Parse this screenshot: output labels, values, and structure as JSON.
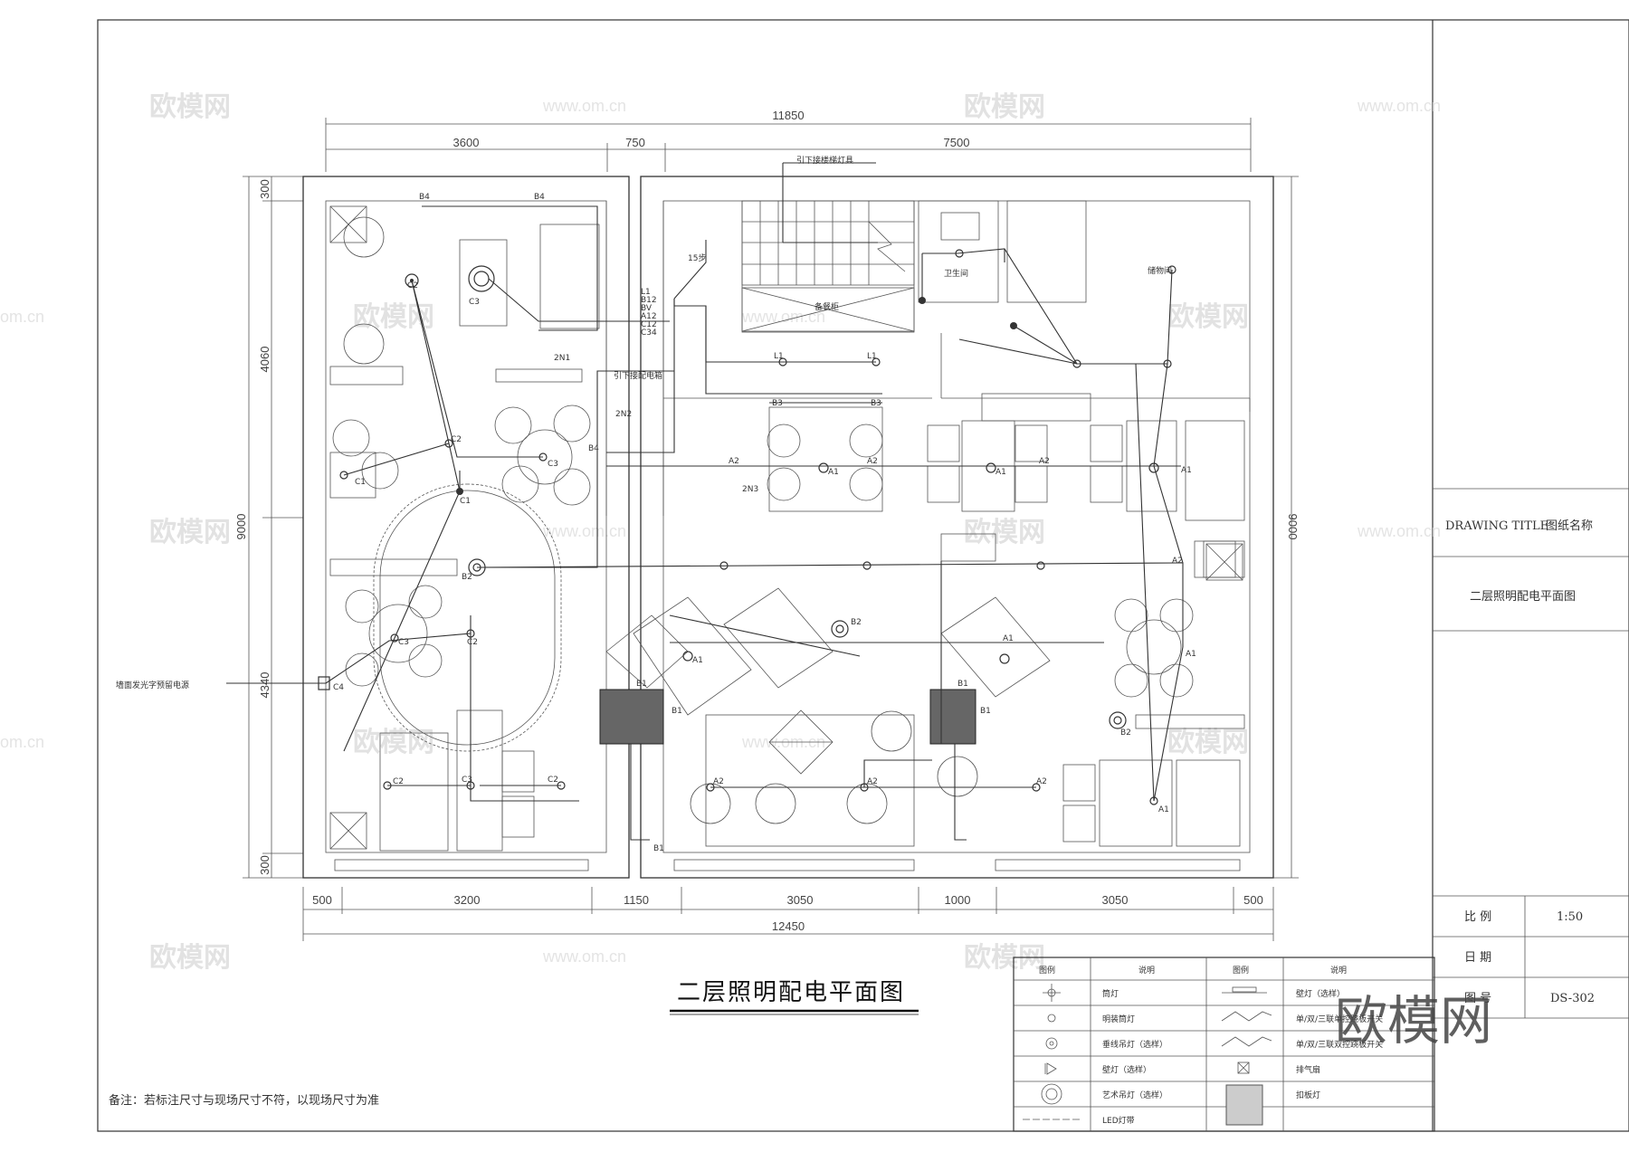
{
  "drawing_title_label_en": "DRAWING TITLE",
  "drawing_title_label_cn": "图纸名称",
  "drawing_name": "二层照明配电平面图",
  "plan_title": "二层照明配电平面图",
  "titleblock": {
    "scale_label": "比 例",
    "scale_value": "1:50",
    "date_label": "日 期",
    "drawing_no_label": "图 号",
    "drawing_no_value": "DS-302"
  },
  "note": "备注：若标注尺寸与现场尺寸不符，以现场尺寸为准",
  "dims_top": {
    "total": "11850",
    "d1": "3600",
    "d2": "750",
    "d3": "7500"
  },
  "dims_bottom": {
    "total": "12450",
    "d1": "500",
    "d2": "3200",
    "d3": "1150",
    "d4": "3050",
    "d5": "1000",
    "d6": "3050",
    "d7": "500"
  },
  "dims_left": {
    "d1": "300",
    "d2": "4060",
    "total": "9000",
    "d3": "4340",
    "d4": "300"
  },
  "dims_right": {
    "total": "9000"
  },
  "room_labels": {
    "toilet": "卫生间",
    "storage": "储物间",
    "sideboard": "备餐柜",
    "stair_light": "引下接楼梯灯具",
    "panel": "引下接配电箱",
    "wall_sign_power": "墙面发光字预留电源",
    "stair_step": "15步"
  },
  "circuit_labels": [
    "L1",
    "B12",
    "BV",
    "A12",
    "C12",
    "C34"
  ],
  "circuits": {
    "n1": "2N1",
    "n2": "2N2",
    "n3": "2N3"
  },
  "fixture_tags": {
    "a1": "A1",
    "a2": "A2",
    "b1": "B1",
    "b2": "B2",
    "b3": "B3",
    "b4": "B4",
    "c1": "C1",
    "c2": "C2",
    "c3": "C3",
    "c4": "C4",
    "l1": "L1"
  },
  "legend": {
    "header": [
      "图例",
      "说明",
      "图例",
      "说明"
    ],
    "rows": [
      {
        "left": "筒灯",
        "right": "壁灯（选样）"
      },
      {
        "left": "明装筒灯",
        "right": "单/双/三联单控跷板开关"
      },
      {
        "left": "垂线吊灯（选样）",
        "right": "单/双/三联双控跷板开关"
      },
      {
        "left": "壁灯（选样）",
        "right": "排气扇"
      },
      {
        "left": "艺术吊灯（选样）",
        "right": "扣板灯"
      },
      {
        "left": "LED灯带",
        "right": ""
      }
    ]
  },
  "watermarks": {
    "brand": "欧模网",
    "url": "www.om.cn",
    "url_short": "om.cn"
  }
}
